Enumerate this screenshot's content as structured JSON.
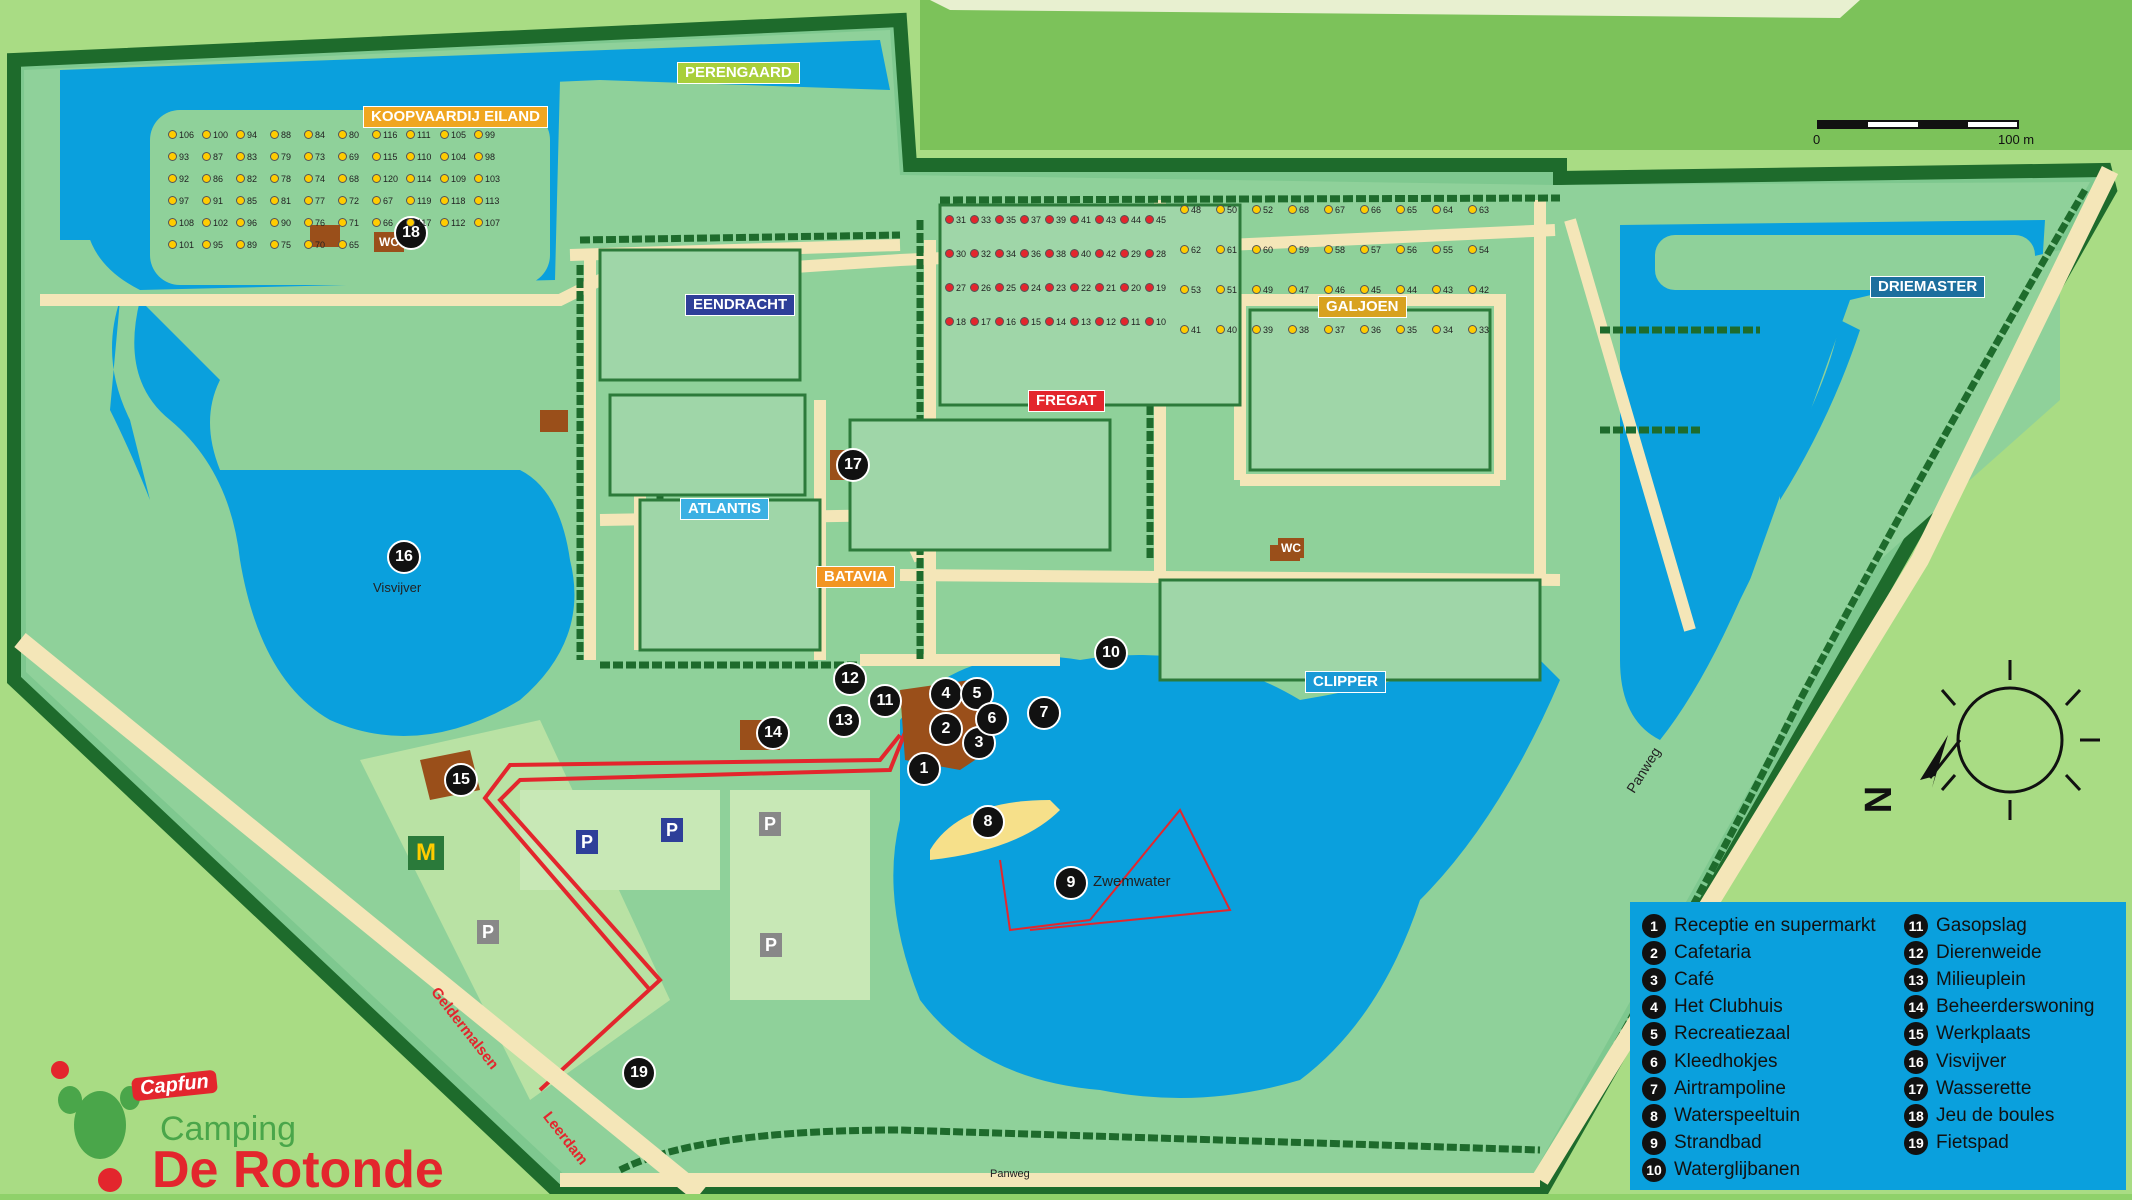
{
  "zones": {
    "koopvaardij": "KOOPVAARDIJ EILAND",
    "perengaard": "PERENGAARD",
    "eendracht": "EENDRACHT",
    "galjoen": "GALJOEN",
    "fregat": "FREGAT",
    "atlantis": "ATLANTIS",
    "batavia": "BATAVIA",
    "clipper": "CLIPPER",
    "driemaster": "DRIEMASTER"
  },
  "water_labels": {
    "visvijver": "Visvijver",
    "zwemwater": "Zwemwater"
  },
  "roads": {
    "panweg_east": "Panweg",
    "panweg_south": "Panweg",
    "geldermalsen": "Geldermalsen",
    "leerdam": "Leerdam"
  },
  "scale": {
    "start": "0",
    "end": "100 m"
  },
  "compass": {
    "north": "N"
  },
  "facility_signs": {
    "wc1": "WC",
    "wc2": "WC",
    "parking": "P",
    "mcdonalds": "M"
  },
  "markers": [
    "1",
    "2",
    "3",
    "4",
    "5",
    "6",
    "7",
    "8",
    "9",
    "10",
    "11",
    "12",
    "13",
    "14",
    "15",
    "16",
    "17",
    "18",
    "19"
  ],
  "legend": [
    {
      "num": "1",
      "label": "Receptie en supermarkt"
    },
    {
      "num": "2",
      "label": "Cafetaria"
    },
    {
      "num": "3",
      "label": "Café"
    },
    {
      "num": "4",
      "label": "Het Clubhuis"
    },
    {
      "num": "5",
      "label": "Recreatiezaal"
    },
    {
      "num": "6",
      "label": "Kleedhokjes"
    },
    {
      "num": "7",
      "label": "Airtrampoline"
    },
    {
      "num": "8",
      "label": "Waterspeeltuin"
    },
    {
      "num": "9",
      "label": "Strandbad"
    },
    {
      "num": "10",
      "label": "Waterglijbanen"
    },
    {
      "num": "11",
      "label": "Gasopslag"
    },
    {
      "num": "12",
      "label": "Dierenweide"
    },
    {
      "num": "13",
      "label": "Milieuplein"
    },
    {
      "num": "14",
      "label": "Beheerderswoning"
    },
    {
      "num": "15",
      "label": "Werkplaats"
    },
    {
      "num": "16",
      "label": "Visvijver"
    },
    {
      "num": "17",
      "label": "Wasserette"
    },
    {
      "num": "18",
      "label": "Jeu de boules"
    },
    {
      "num": "19",
      "label": "Fietspad"
    }
  ],
  "logo": {
    "badge": "Capfun",
    "line1": "Camping",
    "line2": "De Rotonde"
  },
  "pitches": {
    "koopvaardij": [
      "106",
      "100",
      "94",
      "88",
      "84",
      "80",
      "116",
      "111",
      "105",
      "99",
      "93",
      "87",
      "83",
      "79",
      "73",
      "69",
      "115",
      "110",
      "104",
      "98",
      "92",
      "86",
      "82",
      "78",
      "74",
      "68",
      "120",
      "114",
      "109",
      "103",
      "97",
      "91",
      "85",
      "81",
      "77",
      "72",
      "67",
      "119",
      "118",
      "113",
      "108",
      "102",
      "96",
      "90",
      "76",
      "71",
      "66",
      "117",
      "112",
      "107",
      "101",
      "95",
      "89",
      "75",
      "70",
      "65"
    ],
    "fregat": [
      "31",
      "33",
      "35",
      "37",
      "39",
      "41",
      "43",
      "44",
      "45",
      "30",
      "32",
      "34",
      "36",
      "38",
      "40",
      "42",
      "29",
      "28",
      "27",
      "26",
      "25",
      "24",
      "23",
      "22",
      "21",
      "20",
      "19",
      "18",
      "17",
      "16",
      "15",
      "14",
      "13",
      "12",
      "11",
      "10"
    ],
    "galjoen": [
      "48",
      "50",
      "52",
      "68",
      "67",
      "66",
      "65",
      "64",
      "63",
      "62",
      "61",
      "60",
      "59",
      "58",
      "57",
      "56",
      "55",
      "54",
      "53",
      "51",
      "49",
      "47",
      "46",
      "45",
      "44",
      "43",
      "42",
      "41",
      "40",
      "39",
      "38",
      "37",
      "36",
      "35",
      "34",
      "33"
    ]
  }
}
